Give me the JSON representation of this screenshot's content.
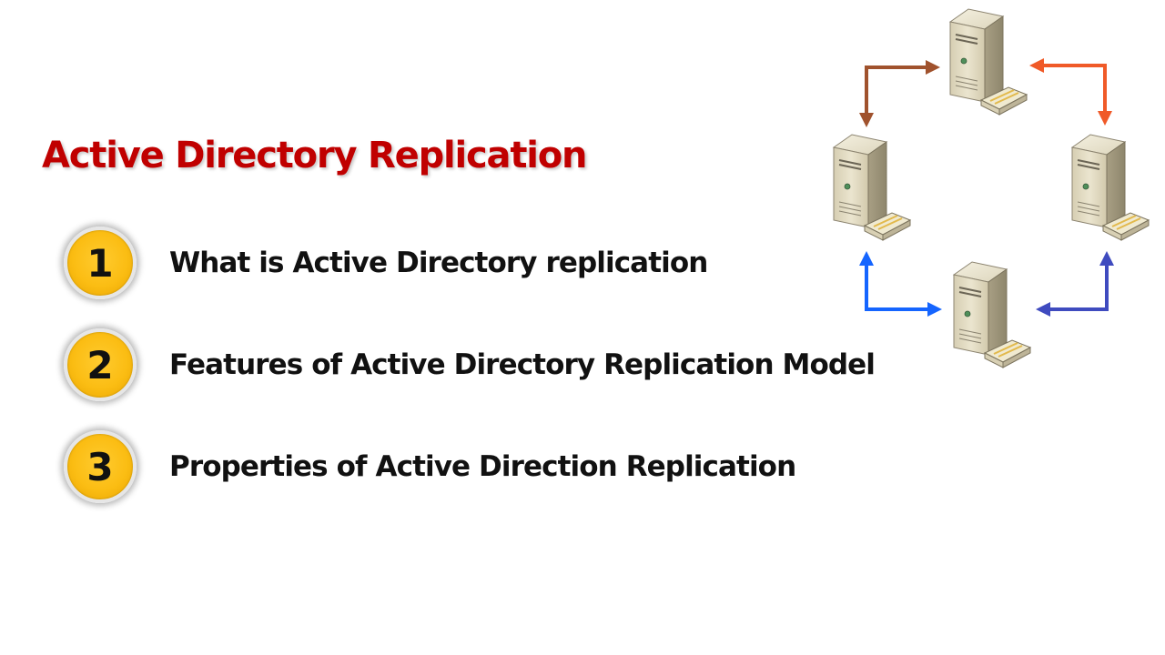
{
  "slide": {
    "title": "Active Directory Replication",
    "items": [
      {
        "number": "1",
        "text": "What is Active Directory replication"
      },
      {
        "number": "2",
        "text": "Features of Active Directory Replication Model"
      },
      {
        "number": "3",
        "text": "Properties of Active Direction Replication"
      }
    ]
  },
  "diagram": {
    "nodes": [
      "server-top",
      "server-left",
      "server-right",
      "server-bottom"
    ],
    "arrow_colors": {
      "top_left": "#a0522d",
      "top_right": "#f05a28",
      "bottom_left": "#1565ff",
      "bottom_right": "#3f4bbf"
    }
  },
  "colors": {
    "title": "#c00000",
    "badge": "#fbbd13"
  }
}
